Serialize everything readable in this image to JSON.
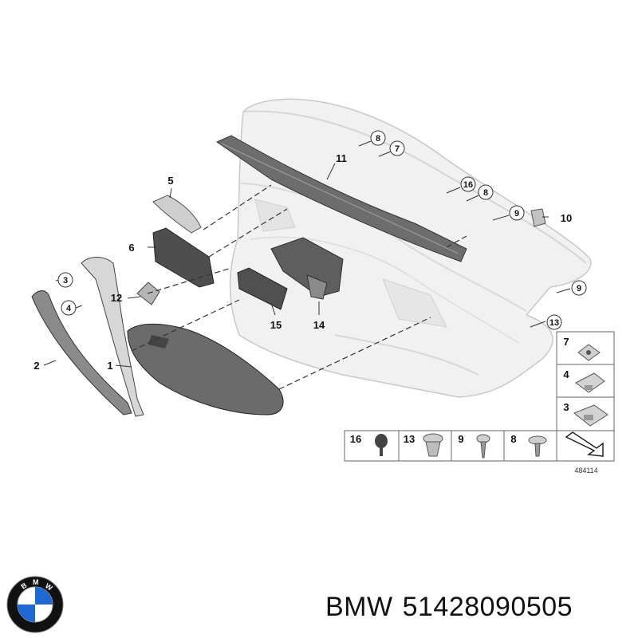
{
  "diagram": {
    "callouts": [
      {
        "id": "c8a",
        "label": "8"
      },
      {
        "id": "c7a",
        "label": "7"
      },
      {
        "id": "c11",
        "label": "11"
      },
      {
        "id": "c16a",
        "label": "16"
      },
      {
        "id": "c8b",
        "label": "8"
      },
      {
        "id": "c9a",
        "label": "9"
      },
      {
        "id": "c10",
        "label": "10"
      },
      {
        "id": "c5",
        "label": "5"
      },
      {
        "id": "c6",
        "label": "6"
      },
      {
        "id": "c3",
        "label": "3"
      },
      {
        "id": "c4",
        "label": "4"
      },
      {
        "id": "c12",
        "label": "12"
      },
      {
        "id": "c2",
        "label": "2"
      },
      {
        "id": "c1",
        "label": "1"
      },
      {
        "id": "c9b",
        "label": "9"
      },
      {
        "id": "c13",
        "label": "13"
      },
      {
        "id": "c15",
        "label": "15"
      },
      {
        "id": "c14",
        "label": "14"
      }
    ],
    "legend_right": [
      {
        "label": "7",
        "icon": "pushnut-icon"
      },
      {
        "label": "4",
        "icon": "clip-bracket-icon"
      },
      {
        "label": "3",
        "icon": "clip-bracket-icon"
      }
    ],
    "legend_bottom": [
      {
        "label": "16",
        "icon": "expanding-rivet-icon"
      },
      {
        "label": "13",
        "icon": "panel-clip-icon"
      },
      {
        "label": "9",
        "icon": "screw-icon"
      },
      {
        "label": "8",
        "icon": "flange-screw-icon"
      },
      {
        "label": "",
        "icon": "section-arrow-icon"
      }
    ],
    "reference_number": "484114"
  },
  "caption": {
    "brand": "BMW",
    "part_number": "51428090505"
  },
  "logo": {
    "letters": [
      "B",
      "M",
      "W"
    ],
    "colors": {
      "blue": "#1c69d4",
      "white": "#ffffff",
      "black": "#111111"
    }
  }
}
